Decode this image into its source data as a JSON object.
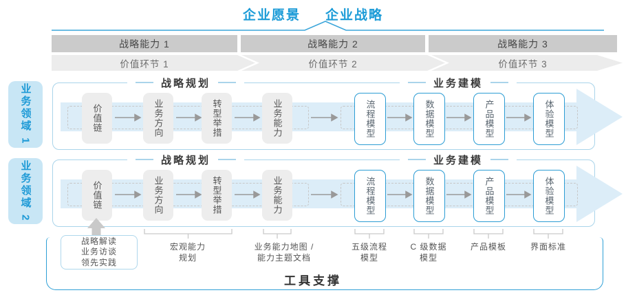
{
  "header": {
    "vision": "企业愿景",
    "strategy": "企业战略"
  },
  "capability_bars": [
    "战略能力 1",
    "战略能力 2",
    "战略能力 3"
  ],
  "value_links": [
    "价值环节 1",
    "价值环节 2",
    "价值环节 3"
  ],
  "domains": [
    "业务领域 1",
    "业务领域 2"
  ],
  "lane": {
    "section_titles": [
      "战略规划",
      "业务建模"
    ],
    "gray_boxes": [
      "价值链",
      "业务方向",
      "转型举措",
      "业务能力"
    ],
    "blue_boxes": [
      "流程模型",
      "数据模型",
      "产品模型",
      "体验模型"
    ]
  },
  "bottom": {
    "source_box_lines": [
      "战略解读",
      "业务访谈",
      "领先实践"
    ],
    "annotations": [
      {
        "lines": [
          "宏观能力",
          "规划"
        ]
      },
      {
        "lines": [
          "业务能力地图 /",
          "能力主题文档"
        ]
      },
      {
        "lines": [
          "五级流程",
          "模型"
        ]
      },
      {
        "lines": [
          "C 级数据",
          "模型"
        ]
      },
      {
        "lines": [
          "产品模板"
        ]
      },
      {
        "lines": [
          "界面标准"
        ]
      }
    ],
    "tool_support": "工具支撑"
  },
  "colors": {
    "brand_blue_text": "#1b9bd7",
    "caret_line": "#3aa5da",
    "bar_gray": "#cbcbcb",
    "chevron_gray": "#ececec",
    "lane_border": "#a9d4ea",
    "flow_band_blue": "#dcedf8",
    "gray_box_fill": "#ededed",
    "blue_box_border": "#2b9cd4",
    "domain_tag_fill": "#c8e6f5",
    "domain_tag_text": "#1e9ad6",
    "tool_box_border": "#2d9fd6",
    "connector_gray": "#c9c9c9",
    "arrow_gray": "#999999"
  }
}
